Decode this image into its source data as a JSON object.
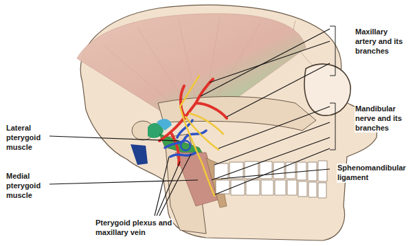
{
  "diagram": {
    "labels": [
      "Maxillary artery and its branches",
      "Mandibular nerve and its branches",
      "Lateral pterygoid muscle",
      "Medial pterygoid muscle",
      "Sphenomandibular ligament",
      "Pterygoid plexus and maxillary vein"
    ]
  }
}
